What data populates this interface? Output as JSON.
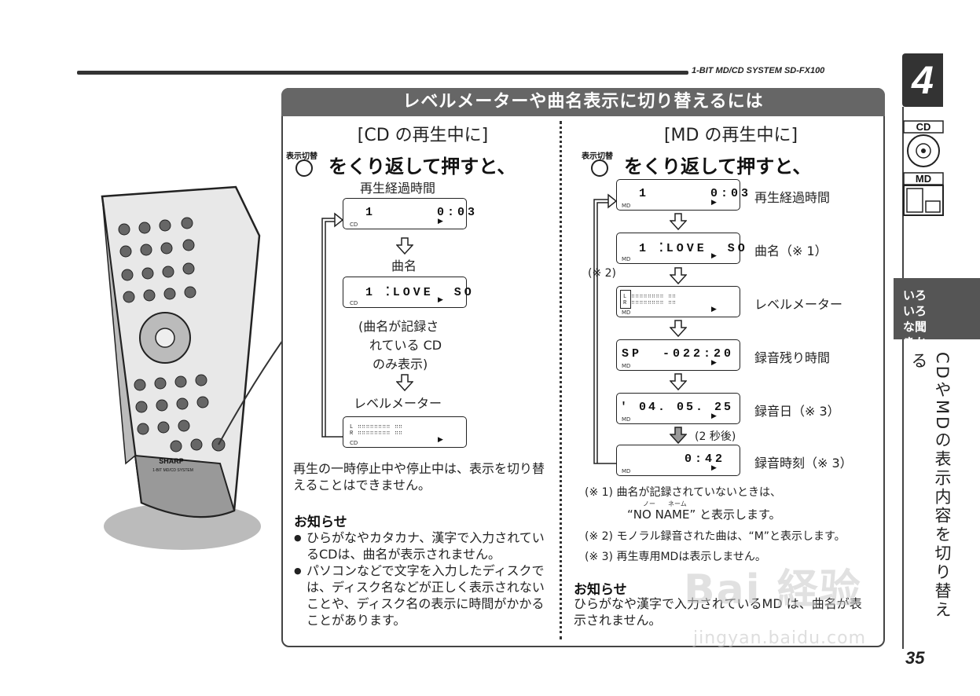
{
  "header": {
    "model": "1-BIT MD/CD SYSTEM  SD-FX100"
  },
  "sidebar": {
    "chapter": "4",
    "cd_label": "CD",
    "md_label": "MD",
    "tab_text": "いろいろな聞きかた",
    "vertical_title": "CDやMDの表示内容を切り替える",
    "page": "35"
  },
  "panel": {
    "title": "レベルメーターや曲名表示に切り替えるには",
    "cd": {
      "heading": "[CD の再生中に]",
      "button_label": "表示切替",
      "instruction": "をくり返して押すと、",
      "label1": "再生経過時間",
      "lcd1": "1      0:03",
      "label2": "曲名",
      "lcd2": "1 ⁚LOVE  SO",
      "label3": "(曲名が記録さ",
      "label3b": "れている CD",
      "label3c": "のみ表示)",
      "label4": "レベルメーター",
      "lcd_tag": "CD",
      "footnote": "再生の一時停止中や停止中は、表示を切り替えることはできません。",
      "notice_head": "お知らせ",
      "bullets": [
        "ひらがなやカタカナ、漢字で入力されているCDは、曲名が表示されません。",
        "パソコンなどで文字を入力したディスクでは、ディスク名などが正しく表示されないことや、ディスク名の表示に時間がかかることがあります。"
      ]
    },
    "md": {
      "heading": "[MD の再生中に]",
      "button_label": "表示切替",
      "instruction": "をくり返して押すと、",
      "lcd1": "1      0:03",
      "label1": "再生経過時間",
      "lcd2": "1 ⁚LOVE  SO",
      "label2": "曲名（※ 1）",
      "note2": "(※ 2)",
      "label3": "レベルメーター",
      "lcd4": "SP  -022:20",
      "label4": "録音残り時間",
      "lcd5": "' 04. 05. 25",
      "label5": "録音日（※ 3）",
      "delay": "(2 秒後)",
      "lcd6": "0:42",
      "label6": "録音時刻（※ 3）",
      "lcd_tag": "MD",
      "fn1a": "(※ 1) 曲名が記録されていないときは、",
      "fn1b": "“NO NAME” と表示します。",
      "ruby_no": "ノー",
      "ruby_name": "ネーム",
      "fn2": "(※ 2) モノラル録音された曲は、“M”と表示します。",
      "fn3": "(※ 3) 再生専用MDは表示しません。",
      "notice_head": "お知らせ",
      "notice": "ひらがなや漢字で入力されているMD は、曲名が表示されません。"
    }
  },
  "remote": {
    "brand": "SHARP",
    "model": "1-BIT MD/CD SYSTEM"
  },
  "watermark": {
    "logo": "Bai 経验",
    "url": "jingyan.baidu.com"
  }
}
